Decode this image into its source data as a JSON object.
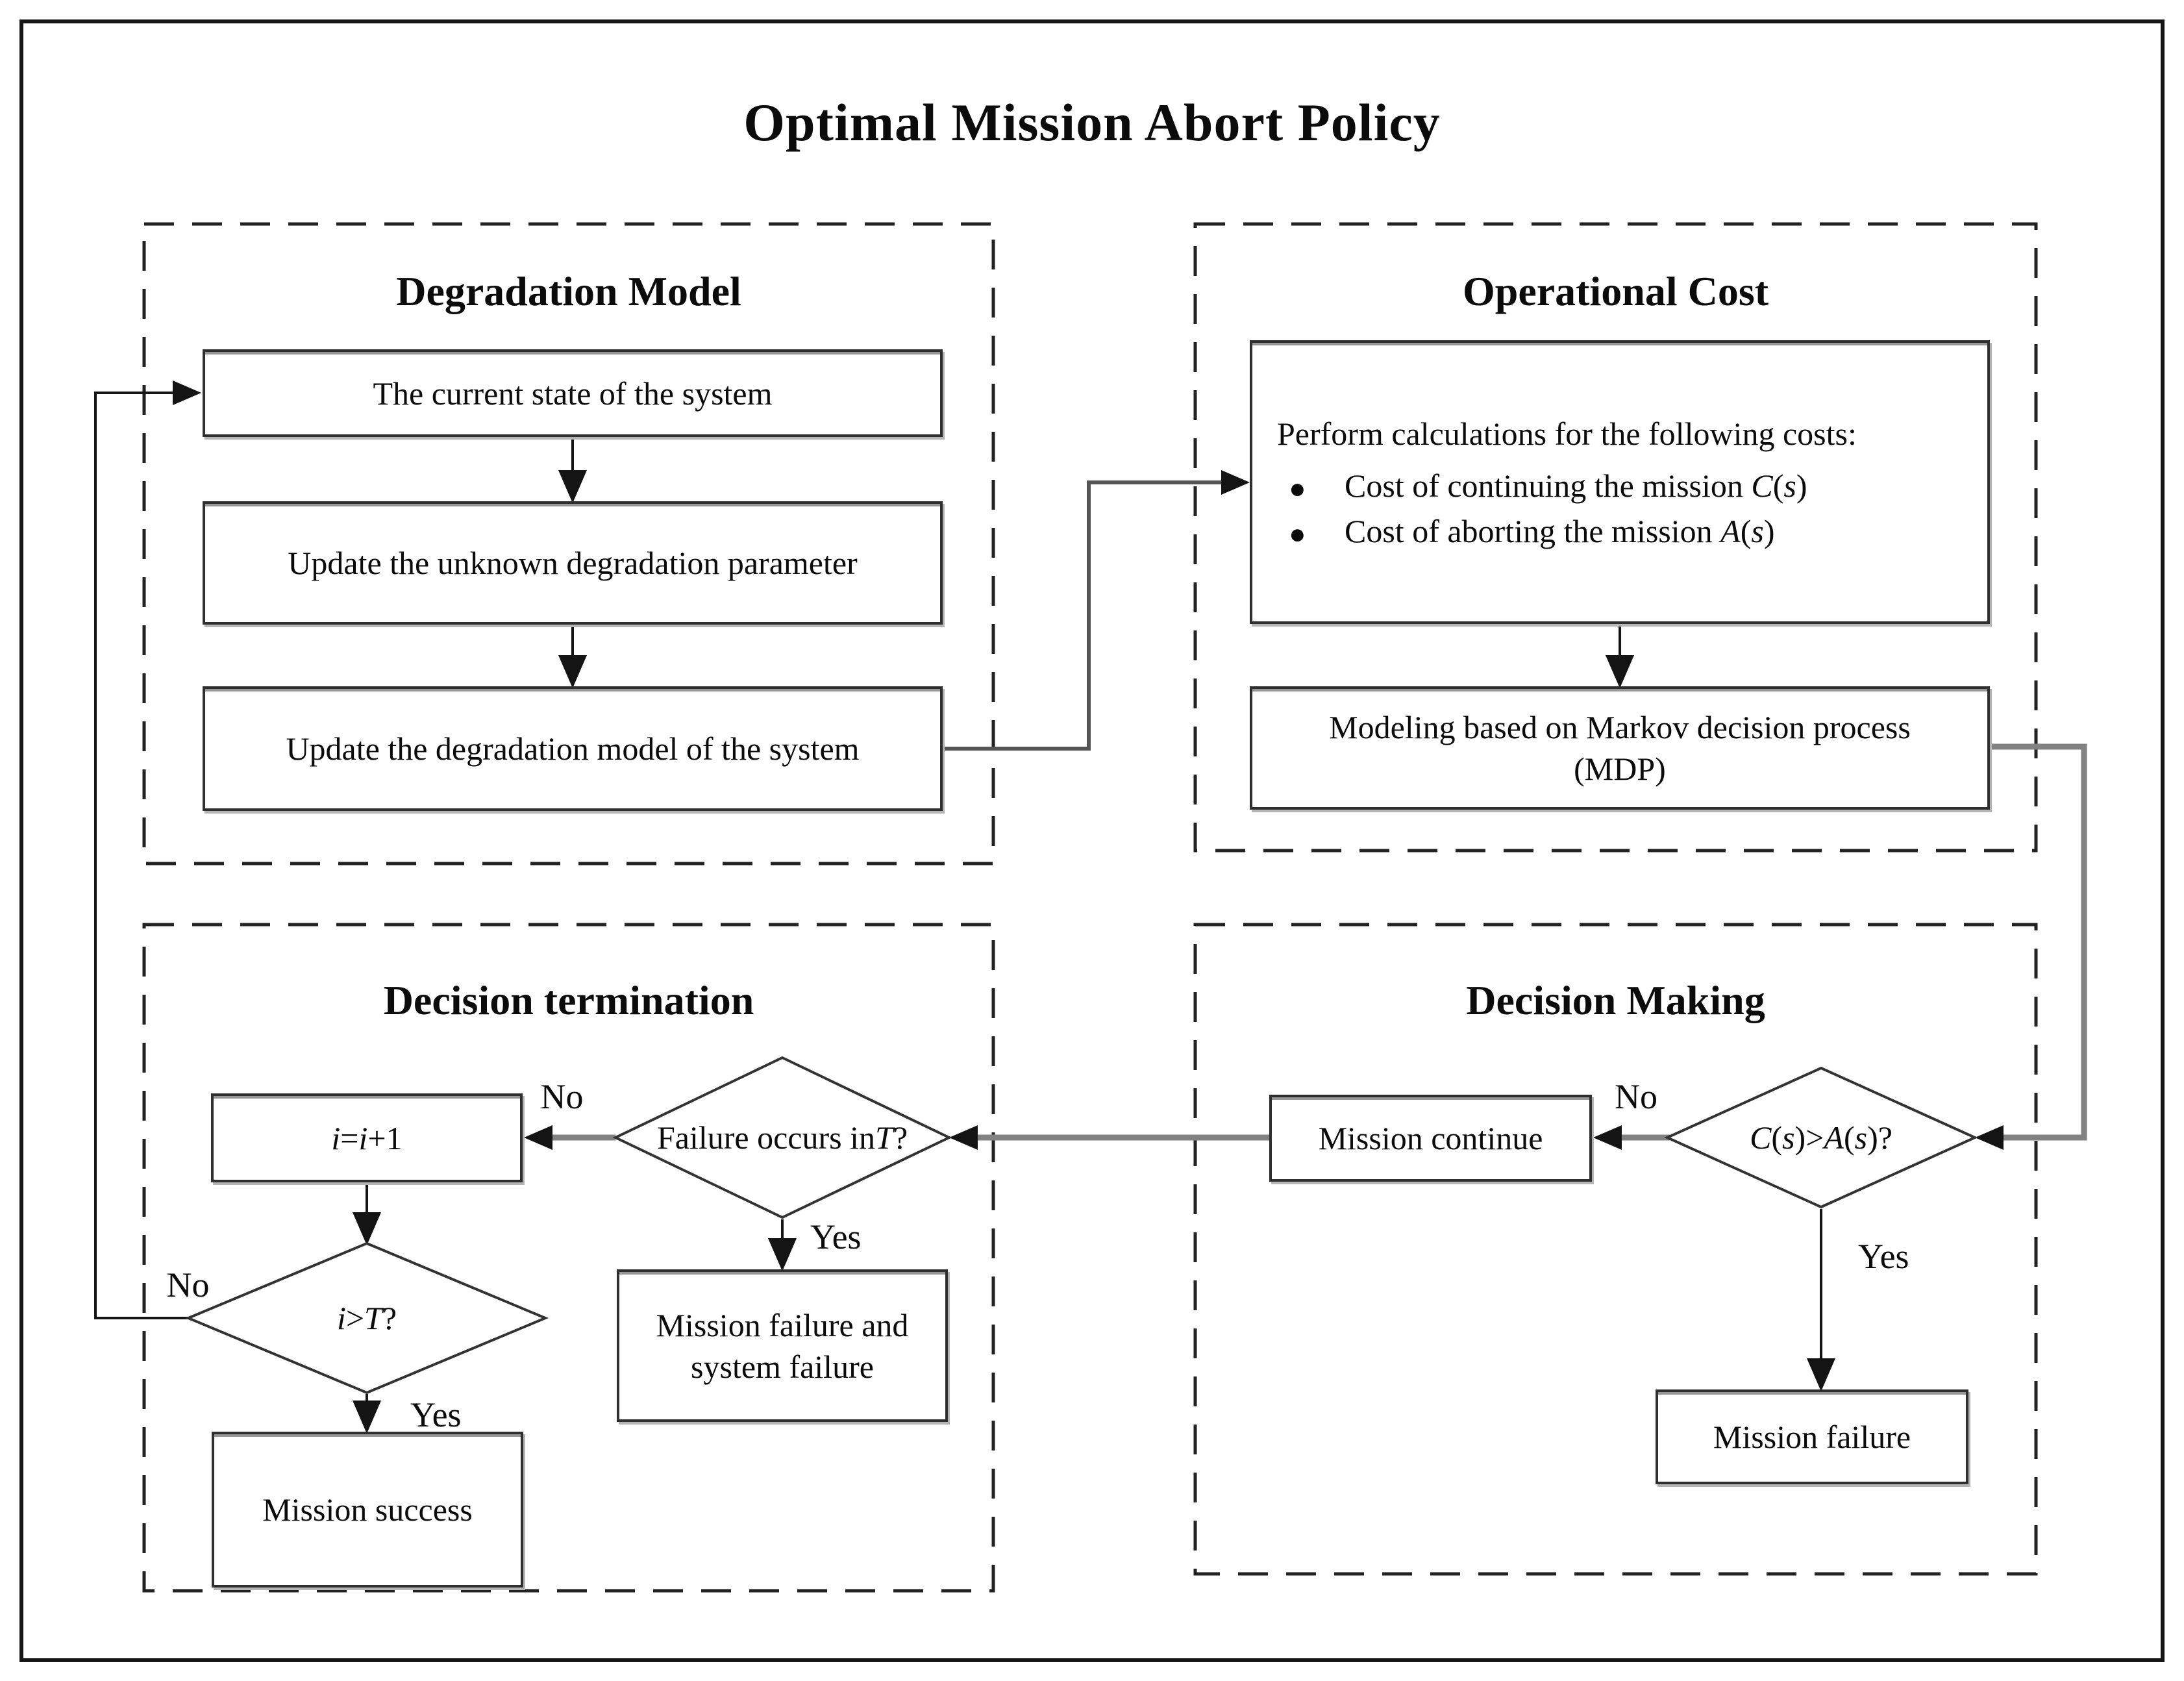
{
  "title": "Optimal Mission Abort Policy",
  "sections": {
    "degradation_model": {
      "heading": "Degradation Model",
      "steps": [
        "The current state of the system",
        "Update the unknown degradation parameter",
        "Update the degradation model of the system"
      ]
    },
    "operational_cost": {
      "heading": "Operational Cost",
      "calc_box": {
        "intro": "Perform calculations for the following costs:",
        "bullet_glyph": "●",
        "bullets": [
          {
            "segments": [
              {
                "t": "Cost of continuing the mission "
              },
              {
                "m": "C"
              },
              {
                "t": "("
              },
              {
                "m": "s"
              },
              {
                "t": ")"
              }
            ]
          },
          {
            "segments": [
              {
                "t": "Cost of aborting the mission "
              },
              {
                "m": "A"
              },
              {
                "t": "("
              },
              {
                "m": "s"
              },
              {
                "t": ")"
              }
            ]
          }
        ]
      },
      "mdp_box": {
        "line1": "Modeling based on Markov decision process",
        "line2": "(MDP)"
      }
    },
    "decision_making": {
      "heading": "Decision Making",
      "cost_diamond": {
        "segments": [
          {
            "m": "C"
          },
          {
            "t": "("
          },
          {
            "m": "s"
          },
          {
            "t": ")>"
          },
          {
            "m": "A"
          },
          {
            "t": "("
          },
          {
            "m": "s"
          },
          {
            "t": ")?"
          }
        ]
      },
      "mission_continue_box": "Mission continue",
      "mission_failure_box": "Mission failure",
      "labels": {
        "no": "No",
        "yes": "Yes"
      }
    },
    "decision_termination": {
      "heading": "Decision termination",
      "failure_diamond": {
        "segments": [
          {
            "t": "Failure occurs in "
          },
          {
            "m": "T"
          },
          {
            "t": "?"
          }
        ]
      },
      "increment_box": {
        "segments": [
          {
            "m": "i"
          },
          {
            "t": "="
          },
          {
            "m": "i"
          },
          {
            "t": "+1"
          }
        ]
      },
      "horizon_diamond": {
        "segments": [
          {
            "m": "i"
          },
          {
            "t": " > "
          },
          {
            "m": "T"
          },
          {
            "t": "?"
          }
        ]
      },
      "failure_box": {
        "line1": "Mission failure and",
        "line2": "system failure"
      },
      "success_box": "Mission success",
      "labels": {
        "failure_no": "No",
        "failure_yes": "Yes",
        "horizon_no": "No",
        "horizon_yes": "Yes"
      }
    }
  },
  "colors": {
    "thin_line": "#141414",
    "thick_line": "#828282",
    "mid_line": "#555555",
    "box_border": "#2f2f2f",
    "dash_border": "#222222"
  }
}
